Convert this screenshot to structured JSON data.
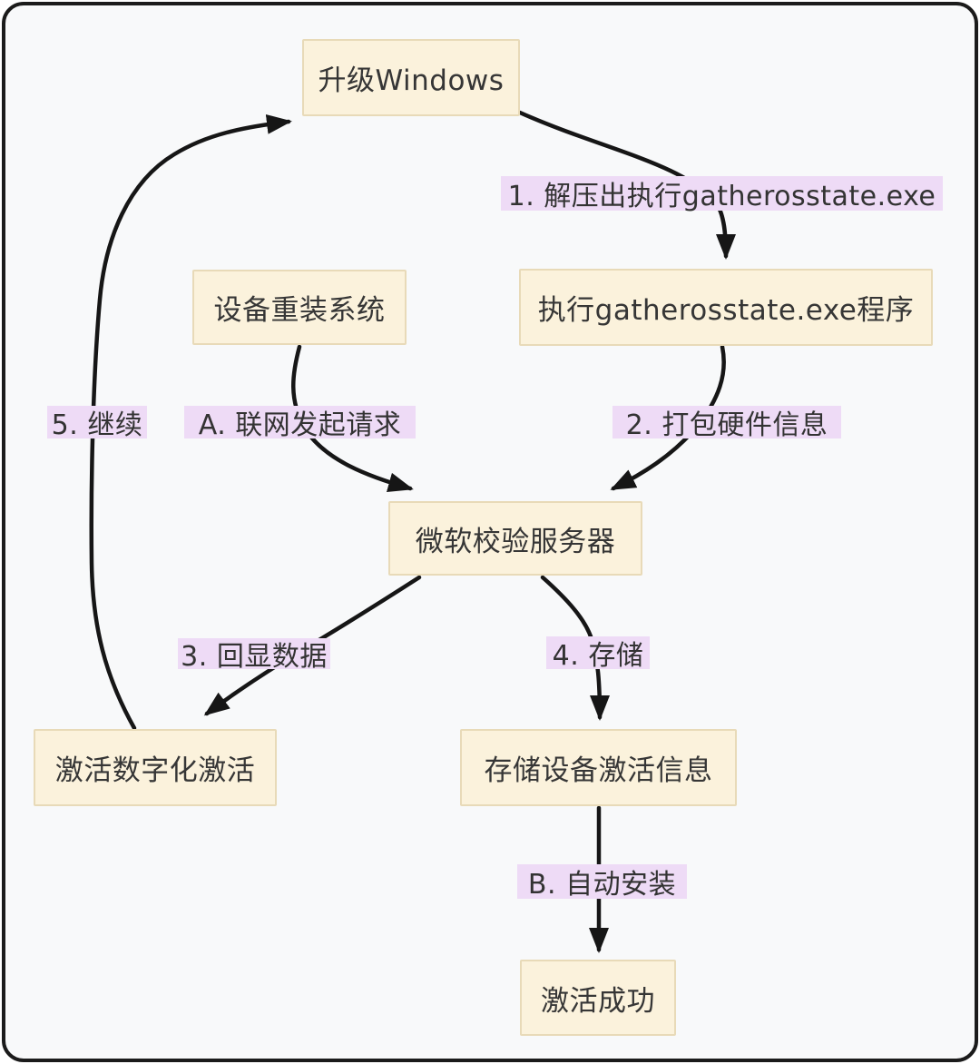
{
  "diagram": {
    "type": "flowchart",
    "topic": "Windows digital activation flow",
    "colors": {
      "canvas_bg": "#f8f9fa",
      "frame_border": "#1b1b1b",
      "node_fill": "#fbf2dc",
      "node_border": "#e8dab8",
      "edge_label_bg": "#eedbf6",
      "edge_color": "#161616",
      "text_color": "#363636"
    },
    "nodes": [
      {
        "id": "upgrade-windows",
        "label": "升级Windows"
      },
      {
        "id": "reinstall-system",
        "label": "设备重装系统"
      },
      {
        "id": "exec-gatherosstate",
        "label": "执行gatherosstate.exe程序"
      },
      {
        "id": "ms-validation-server",
        "label": "微软校验服务器"
      },
      {
        "id": "digital-activation",
        "label": "激活数字化激活"
      },
      {
        "id": "store-activation-info",
        "label": "存储设备激活信息"
      },
      {
        "id": "activation-success",
        "label": "激活成功"
      }
    ],
    "edges": [
      {
        "from": "升级Windows",
        "to": "执行gatherosstate.exe程序",
        "label": "1. 解压出执行gatherosstate.exe"
      },
      {
        "from": "设备重装系统",
        "to": "微软校验服务器",
        "label": "A. 联网发起请求"
      },
      {
        "from": "执行gatherosstate.exe程序",
        "to": "微软校验服务器",
        "label": "2. 打包硬件信息"
      },
      {
        "from": "微软校验服务器",
        "to": "激活数字化激活",
        "label": "3. 回显数据"
      },
      {
        "from": "微软校验服务器",
        "to": "存储设备激活信息",
        "label": "4. 存储"
      },
      {
        "from": "存储设备激活信息",
        "to": "激活成功",
        "label": "B. 自动安装"
      },
      {
        "from": "激活数字化激活",
        "to": "升级Windows",
        "label": "5. 继续"
      }
    ]
  }
}
